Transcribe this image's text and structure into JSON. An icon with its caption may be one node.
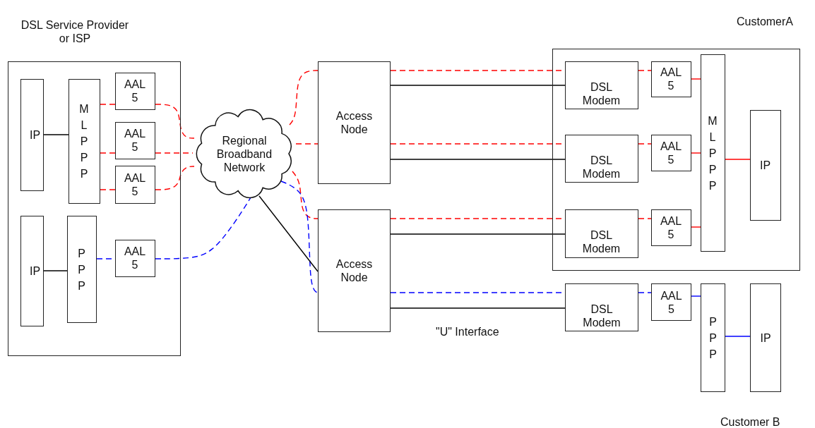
{
  "diagram": {
    "nodes": [
      {
        "text": [
          "DSL Service Provider or ISP"
        ]
      },
      {
        "text": [
          "IP"
        ],
        "in": 0
      },
      {
        "text": [
          "MLPPP"
        ],
        "in": 0
      },
      {
        "text": [
          "AAL 5"
        ],
        "in": 0
      },
      {
        "text": [
          "AAL 5"
        ],
        "in": 0
      },
      {
        "text": [
          "AAL 5"
        ],
        "in": 0
      },
      {
        "text": [
          "IP"
        ],
        "in": 0
      },
      {
        "text": [
          "PPP"
        ],
        "in": 0
      },
      {
        "text": [
          "AAL 5"
        ],
        "in": 0
      },
      {
        "text": [
          "Regional Broadband Network"
        ]
      },
      {
        "text": [
          "Access Node"
        ]
      },
      {
        "text": [
          "Access Node"
        ]
      },
      {
        "text": [
          "CustomerA"
        ]
      },
      {
        "text": [
          "DSL Modem"
        ],
        "in": 12
      },
      {
        "text": [
          "AAL 5"
        ],
        "in": 12
      },
      {
        "text": [
          "DSL Modem"
        ],
        "in": 12
      },
      {
        "text": [
          "AAL 5"
        ],
        "in": 12
      },
      {
        "text": [
          "DSL Modem"
        ],
        "in": 12
      },
      {
        "text": [
          "AAL 5"
        ],
        "in": 12
      },
      {
        "text": [
          "MLPPP"
        ],
        "in": 12
      },
      {
        "text": [
          "IP"
        ],
        "in": 12
      },
      {
        "text": [
          "DSL Modem"
        ]
      },
      {
        "text": [
          "AAL 5"
        ]
      },
      {
        "text": [
          "PPP"
        ]
      },
      {
        "text": [
          "IP"
        ]
      }
    ],
    "edges": [
      {
        "from": 1,
        "to": 2,
        "arrow": "none",
        "color": "#000000"
      },
      {
        "from": 6,
        "to": 7,
        "arrow": "none",
        "color": "#000000"
      },
      {
        "from": 2,
        "to": 3,
        "arrow": "none",
        "style": "dashed",
        "color": "#ff0000"
      },
      {
        "from": 2,
        "to": 4,
        "arrow": "none",
        "style": "dashed",
        "color": "#ff0000"
      },
      {
        "from": 2,
        "to": 5,
        "arrow": "none",
        "style": "dashed",
        "color": "#ff0000"
      },
      {
        "from": 3,
        "to": 9,
        "arrow": "none",
        "style": "dashed",
        "color": "#ff0000"
      },
      {
        "from": 4,
        "to": 9,
        "arrow": "none",
        "style": "dashed",
        "color": "#ff0000"
      },
      {
        "from": 5,
        "to": 9,
        "arrow": "none",
        "style": "dashed",
        "color": "#ff0000"
      },
      {
        "from": 7,
        "to": 8,
        "arrow": "none",
        "style": "dashed",
        "color": "#0000ff"
      },
      {
        "from": 8,
        "to": 9,
        "arrow": "none",
        "style": "dashed",
        "color": "#0000ff"
      },
      {
        "from": 9,
        "to": 10,
        "arrow": "none",
        "style": "dashed",
        "color": "#ff0000"
      },
      {
        "from": 9,
        "to": 10,
        "arrow": "none",
        "style": "dashed",
        "color": "#ff0000"
      },
      {
        "from": 9,
        "to": 11,
        "arrow": "none",
        "style": "dashed",
        "color": "#ff0000"
      },
      {
        "from": 9,
        "to": 11,
        "arrow": "none",
        "style": "dashed",
        "color": "#0000ff"
      },
      {
        "from": 9,
        "to": 11,
        "arrow": "none",
        "color": "#000000"
      },
      {
        "from": 10,
        "to": 13,
        "arrow": "none",
        "color": "#000000"
      },
      {
        "from": 10,
        "to": 15,
        "arrow": "none",
        "color": "#000000"
      },
      {
        "from": 11,
        "to": 17,
        "arrow": "none",
        "color": "#000000"
      },
      {
        "from": 11,
        "to": 21,
        "arrow": "none",
        "color": "#000000"
      },
      {
        "from": 14,
        "to": 19,
        "arrow": "none",
        "color": "#ff0000"
      },
      {
        "from": 16,
        "to": 19,
        "arrow": "none",
        "color": "#ff0000"
      },
      {
        "from": 18,
        "to": 19,
        "arrow": "none",
        "color": "#ff0000"
      },
      {
        "from": 19,
        "to": 20,
        "arrow": "none",
        "color": "#ff0000"
      },
      {
        "from": 22,
        "to": 23,
        "arrow": "none",
        "color": "#0000ff"
      },
      {
        "from": 23,
        "to": 24,
        "arrow": "none",
        "color": "#0000ff"
      },
      {
        "from": 10,
        "to": 13,
        "arrow": "none",
        "style": "dashed",
        "color": "#ff0000"
      },
      {
        "from": 10,
        "to": 15,
        "arrow": "none",
        "style": "dashed",
        "color": "#ff0000"
      },
      {
        "from": 11,
        "to": 17,
        "arrow": "none",
        "style": "dashed",
        "color": "#ff0000"
      },
      {
        "from": 11,
        "to": 21,
        "arrow": "none",
        "style": "dashed",
        "color": "#0000ff"
      },
      {
        "from": 13,
        "to": 14,
        "arrow": "none",
        "style": "dashed",
        "color": "#ff0000"
      },
      {
        "from": 15,
        "to": 16,
        "arrow": "none",
        "style": "dashed",
        "color": "#ff0000"
      },
      {
        "from": 17,
        "to": 18,
        "arrow": "none",
        "style": "dashed",
        "color": "#ff0000"
      },
      {
        "from": 21,
        "to": 22,
        "arrow": "none",
        "style": "dashed",
        "color": "#0000ff"
      }
    ],
    "labels": [
      "\"U\" Interface",
      "Customer B"
    ]
  }
}
